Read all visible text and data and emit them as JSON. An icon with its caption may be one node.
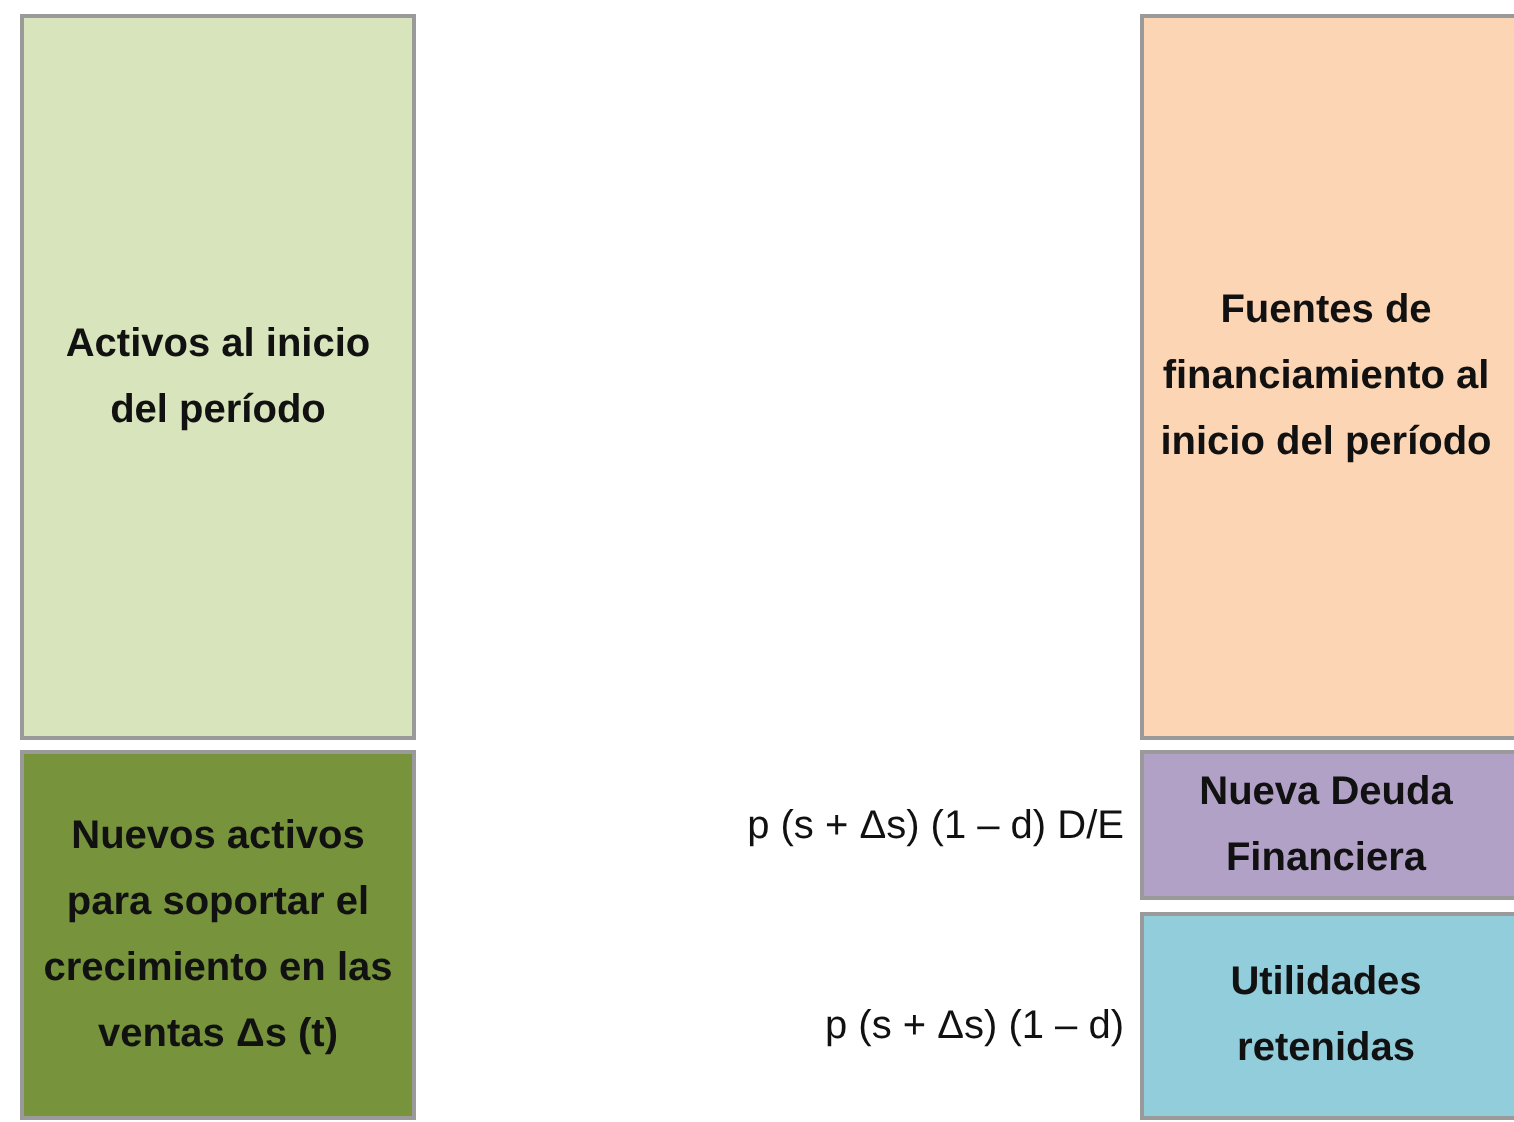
{
  "diagram": {
    "nodes": [
      {
        "text": [
          "Activos al inicio del período"
        ]
      },
      {
        "text": [
          "Nuevos activos para soportar el crecimiento en las ventas Δs (t)"
        ]
      },
      {
        "text": [
          "Fuentes de financiamiento al inicio del período"
        ]
      },
      {
        "text": [
          "Nueva Deuda Financiera"
        ],
        "beside": [
          "p (s + Δs) (1 – d) D/E"
        ]
      },
      {
        "text": [
          "Utilidades retenidas"
        ],
        "beside": [
          "p (s + Δs) (1 – d)"
        ]
      }
    ],
    "edges": []
  }
}
